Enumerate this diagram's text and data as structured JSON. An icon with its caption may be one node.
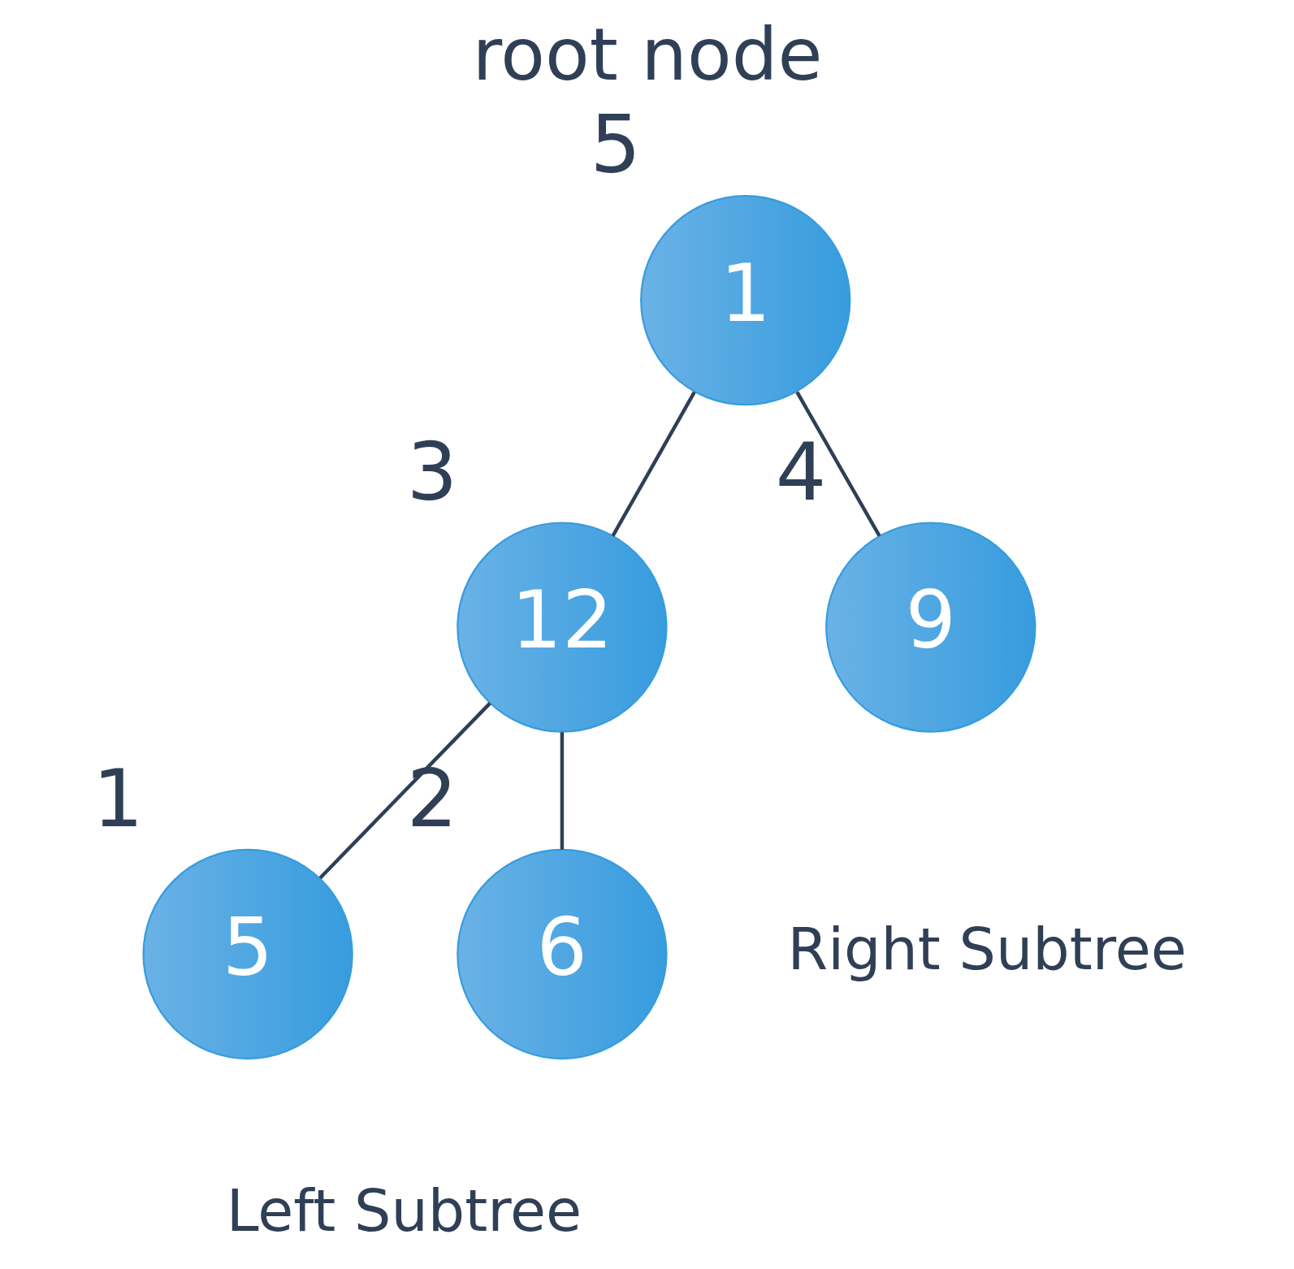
{
  "diagram": {
    "title": "root node",
    "nodes": [
      {
        "text": [
          "1"
        ],
        "beside": [
          "5"
        ]
      },
      {
        "text": [
          "12"
        ],
        "beside": [
          "3"
        ]
      },
      {
        "text": [
          "9"
        ],
        "beside": [
          "4"
        ]
      },
      {
        "text": [
          "5"
        ],
        "beside": [
          "1"
        ]
      },
      {
        "text": [
          "6"
        ],
        "beside": [
          "2"
        ]
      }
    ],
    "edges": [
      {
        "from": 0,
        "to": 1,
        "arrow": "none"
      },
      {
        "from": 0,
        "to": 2,
        "arrow": "none"
      },
      {
        "from": 1,
        "to": 3,
        "arrow": "none"
      },
      {
        "from": 1,
        "to": 4,
        "arrow": "none"
      }
    ],
    "labels": [
      "Right Subtree",
      "Left Subtree"
    ]
  }
}
